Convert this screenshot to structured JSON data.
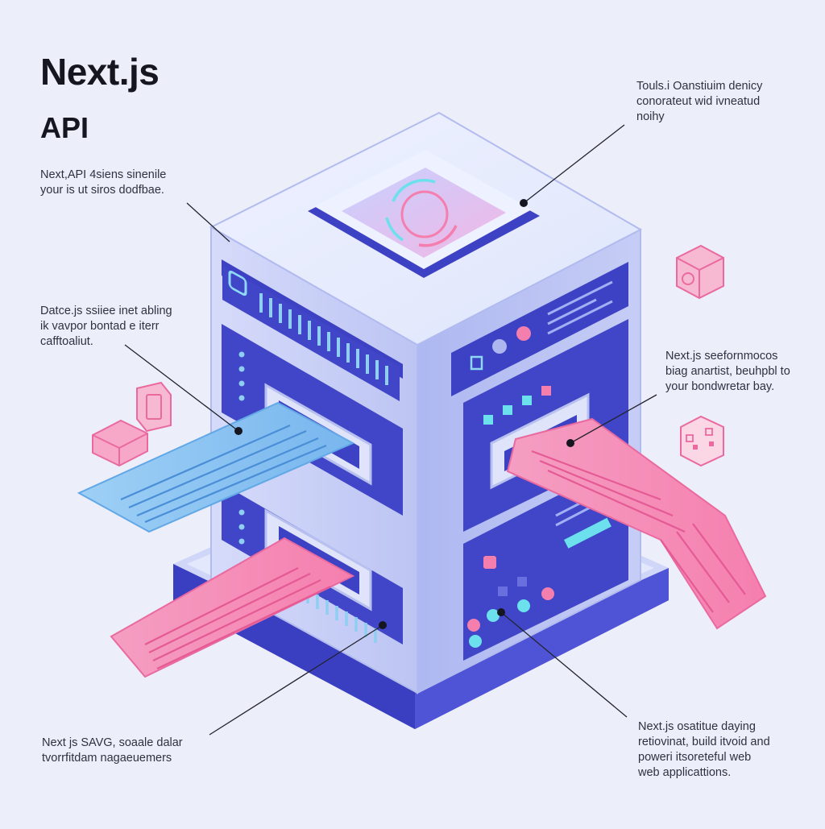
{
  "header": {
    "title": "Next.js",
    "subtitle": "API"
  },
  "callouts": {
    "top_left": [
      "Next,API 4siens sinenile",
      "your is ut siros dodfbae."
    ],
    "mid_left": [
      "Datce.js ssiiee inet abling",
      "ik vavpor bontad e iterr",
      "cafftoaliut."
    ],
    "bottom_left": [
      "Next js SAVG, soaale dalar",
      "tvorrfitdam nagaeuemers"
    ],
    "top_right": [
      "Touls.i Oanstiuim denicy",
      "conorateut wid ivneatud",
      "noihy"
    ],
    "mid_right": [
      "Next.js seefornmocos",
      "biag anartist, beuhpbl to",
      "your bondwretar bay."
    ],
    "bottom_right": [
      "Next.js osatitue daying",
      "retiovinat, build itvoid and",
      "poweri itsoreteful web",
      "web applicattions."
    ]
  },
  "colors": {
    "background": "#eceef9",
    "server_body": "#cfd5f6",
    "server_dark": "#3d41c4",
    "panel_inner": "#4b4fd0",
    "accent_pink": "#f47fae",
    "accent_blue": "#7fc3f2",
    "accent_cyan": "#6ce0ec",
    "leader_line": "#22232e"
  },
  "icons": [
    "server-icon",
    "cube-icon",
    "gear-icon",
    "qr-icon",
    "document-icon",
    "wifi-icon",
    "graph-icon"
  ]
}
